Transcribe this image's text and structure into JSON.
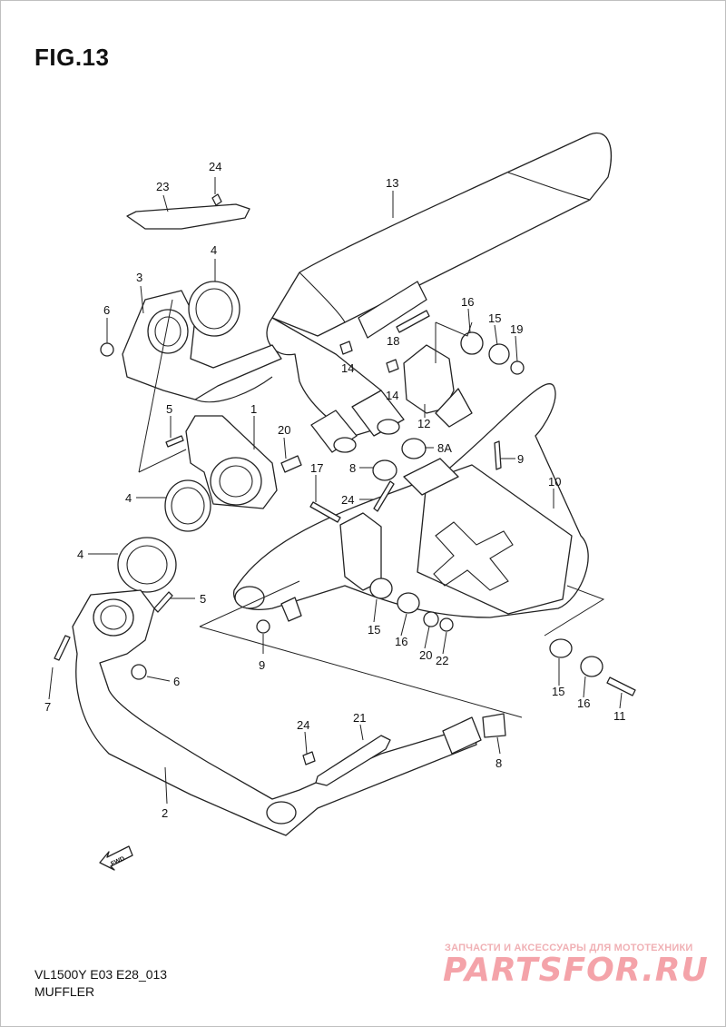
{
  "figure": {
    "title": "FIG.13",
    "model_code": "VL1500Y E03 E28_013",
    "section_name": "MUFFLER"
  },
  "orientation_badge": "FWD",
  "callouts": [
    "1",
    "2",
    "3",
    "4",
    "4",
    "4",
    "5",
    "5",
    "6",
    "6",
    "7",
    "8",
    "8",
    "8A",
    "9",
    "9",
    "10",
    "11",
    "12",
    "13",
    "14",
    "14",
    "15",
    "15",
    "15",
    "16",
    "16",
    "16",
    "17",
    "18",
    "19",
    "20",
    "20",
    "21",
    "22",
    "23",
    "24",
    "24",
    "24"
  ],
  "watermark": {
    "tagline": "ЗАПЧАСТИ И АКСЕССУАРЫ ДЛЯ МОТОТЕХНИКИ",
    "logo": "PARTSFOR.RU"
  }
}
